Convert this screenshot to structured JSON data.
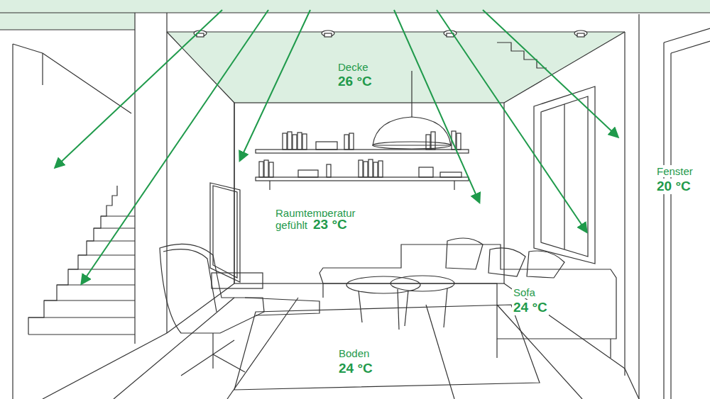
{
  "diagram": {
    "labels": [
      "Decke",
      "26 °C",
      "Raumtemperatur gefühlt",
      "23 °C",
      "Sofa",
      "24 °C",
      "Fenster",
      "20 °C",
      "Boden",
      "24 °C"
    ]
  }
}
